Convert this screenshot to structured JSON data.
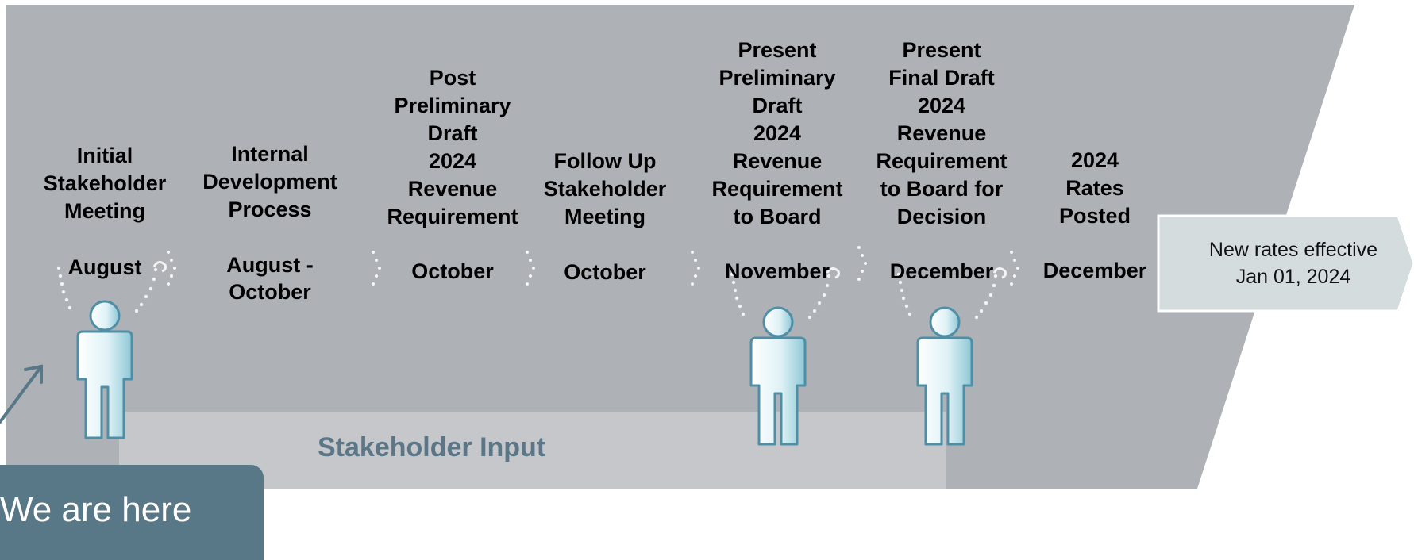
{
  "stages": [
    {
      "title": "Initial\nStakeholder\nMeeting",
      "date": "August"
    },
    {
      "title": "Internal\nDevelopment\nProcess",
      "date": "August -\nOctober"
    },
    {
      "title": "Post\nPreliminary\nDraft\n2024\nRevenue\nRequirement",
      "date": "October"
    },
    {
      "title": "Follow Up\nStakeholder\nMeeting",
      "date": "October"
    },
    {
      "title": "Present\nPreliminary\nDraft\n2024\nRevenue\nRequirement\nto Board",
      "date": "November"
    },
    {
      "title": "Present\nFinal Draft\n2024\nRevenue\nRequirement\nto Board for\nDecision",
      "date": "December"
    },
    {
      "title": "2024\nRates\nPosted",
      "date": "December"
    }
  ],
  "new_rates": "New rates effective\nJan 01, 2024",
  "stakeholder_input": "Stakeholder Input",
  "we_are_here": "We are here",
  "colors": {
    "panel": "#aeb1b6",
    "input_band": "#c5c7cb",
    "callout_box": "#d5dcde",
    "here_box": "#587887",
    "accent_text": "#5b7686"
  }
}
